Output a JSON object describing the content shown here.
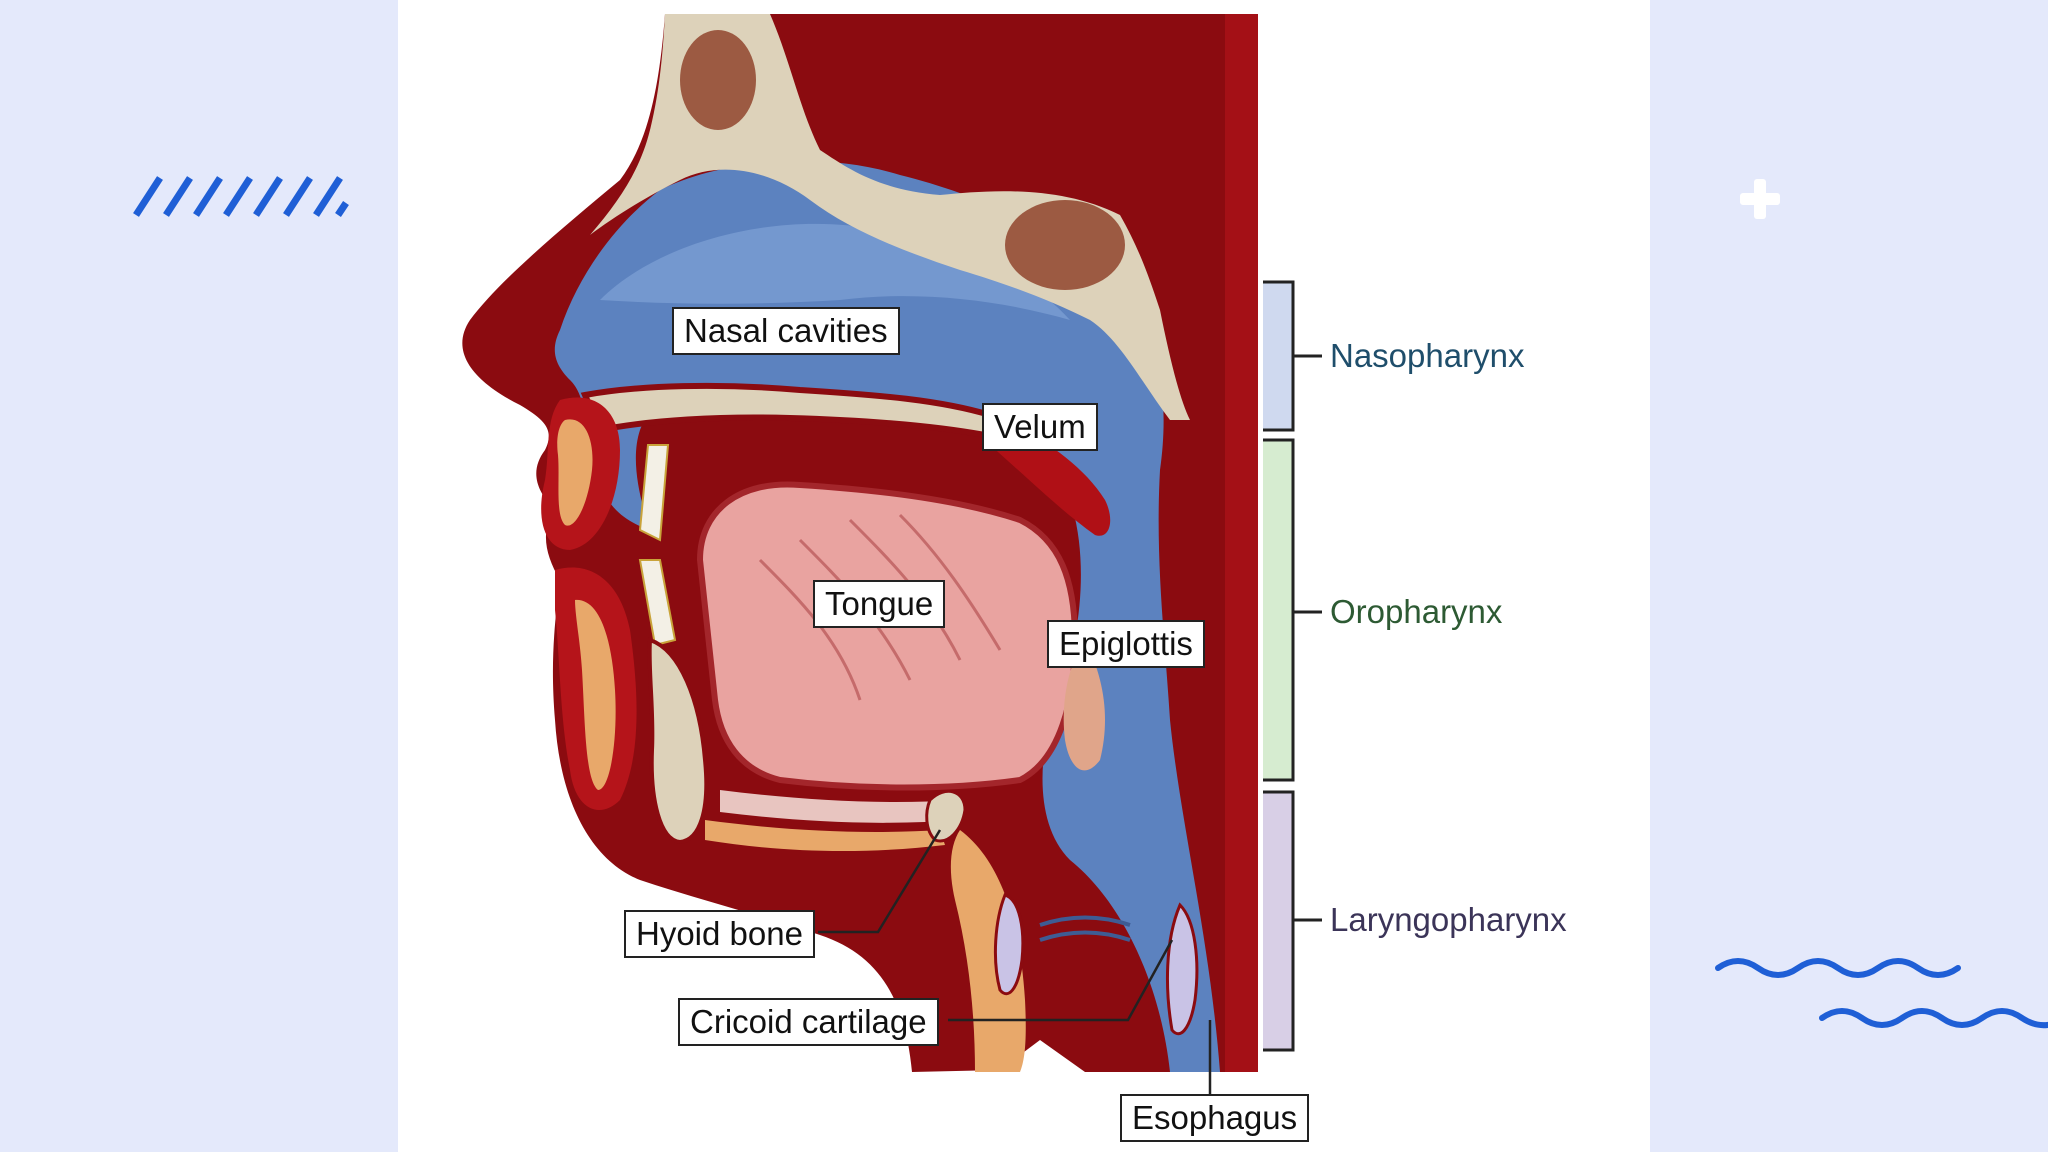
{
  "colors": {
    "background": "#e4e9fb",
    "card": "#ffffff",
    "decoration_blue": "#1f5fd6",
    "tissue_red": "#8b0b10",
    "airway_blue": "#5c82bf",
    "bone": "#ddd2ba",
    "tongue": "#e9a3a0",
    "nasopharynx_bar": "#cfd9ef",
    "oropharynx_bar": "#d6ecd0",
    "laryngopharynx_bar": "#d8cfe6"
  },
  "decorations": [
    "stripes-icon",
    "plus-icon",
    "wave-icon"
  ],
  "diagram": {
    "labels": {
      "nasal_cavities": "Nasal cavities",
      "velum": "Velum",
      "tongue": "Tongue",
      "epiglottis": "Epiglottis",
      "hyoid_bone": "Hyoid bone",
      "cricoid_cartilage": "Cricoid cartilage",
      "esophagus": "Esophagus"
    },
    "regions": {
      "nasopharynx": "Nasopharynx",
      "oropharynx": "Oropharynx",
      "laryngopharynx": "Laryngopharynx"
    }
  }
}
